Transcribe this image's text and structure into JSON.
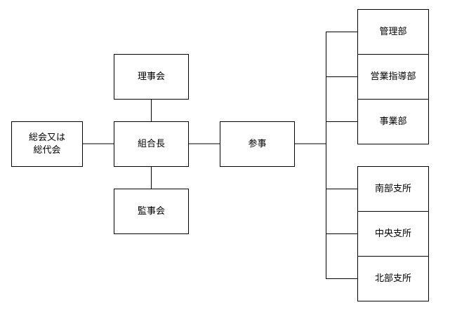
{
  "diagram": {
    "type": "organization-chart",
    "nodes": {
      "general_assembly": "総会又は\n総代会",
      "board": "理事会",
      "president": "組合長",
      "auditors": "監事会",
      "councilor": "参事",
      "dept_management": "管理部",
      "dept_sales_guidance": "営業指導部",
      "dept_business": "事業部",
      "branch_south": "南部支所",
      "branch_central": "中央支所",
      "branch_north": "北部支所"
    },
    "edges": [
      [
        "general_assembly",
        "president"
      ],
      [
        "board",
        "president"
      ],
      [
        "president",
        "auditors"
      ],
      [
        "president",
        "councilor"
      ],
      [
        "councilor",
        "dept_management"
      ],
      [
        "councilor",
        "dept_sales_guidance"
      ],
      [
        "councilor",
        "dept_business"
      ],
      [
        "councilor",
        "branch_south"
      ],
      [
        "councilor",
        "branch_central"
      ],
      [
        "councilor",
        "branch_north"
      ]
    ],
    "colors": {
      "line": "#000000",
      "box_border": "#000000",
      "box_fill": "#ffffff",
      "text": "#000000"
    }
  }
}
